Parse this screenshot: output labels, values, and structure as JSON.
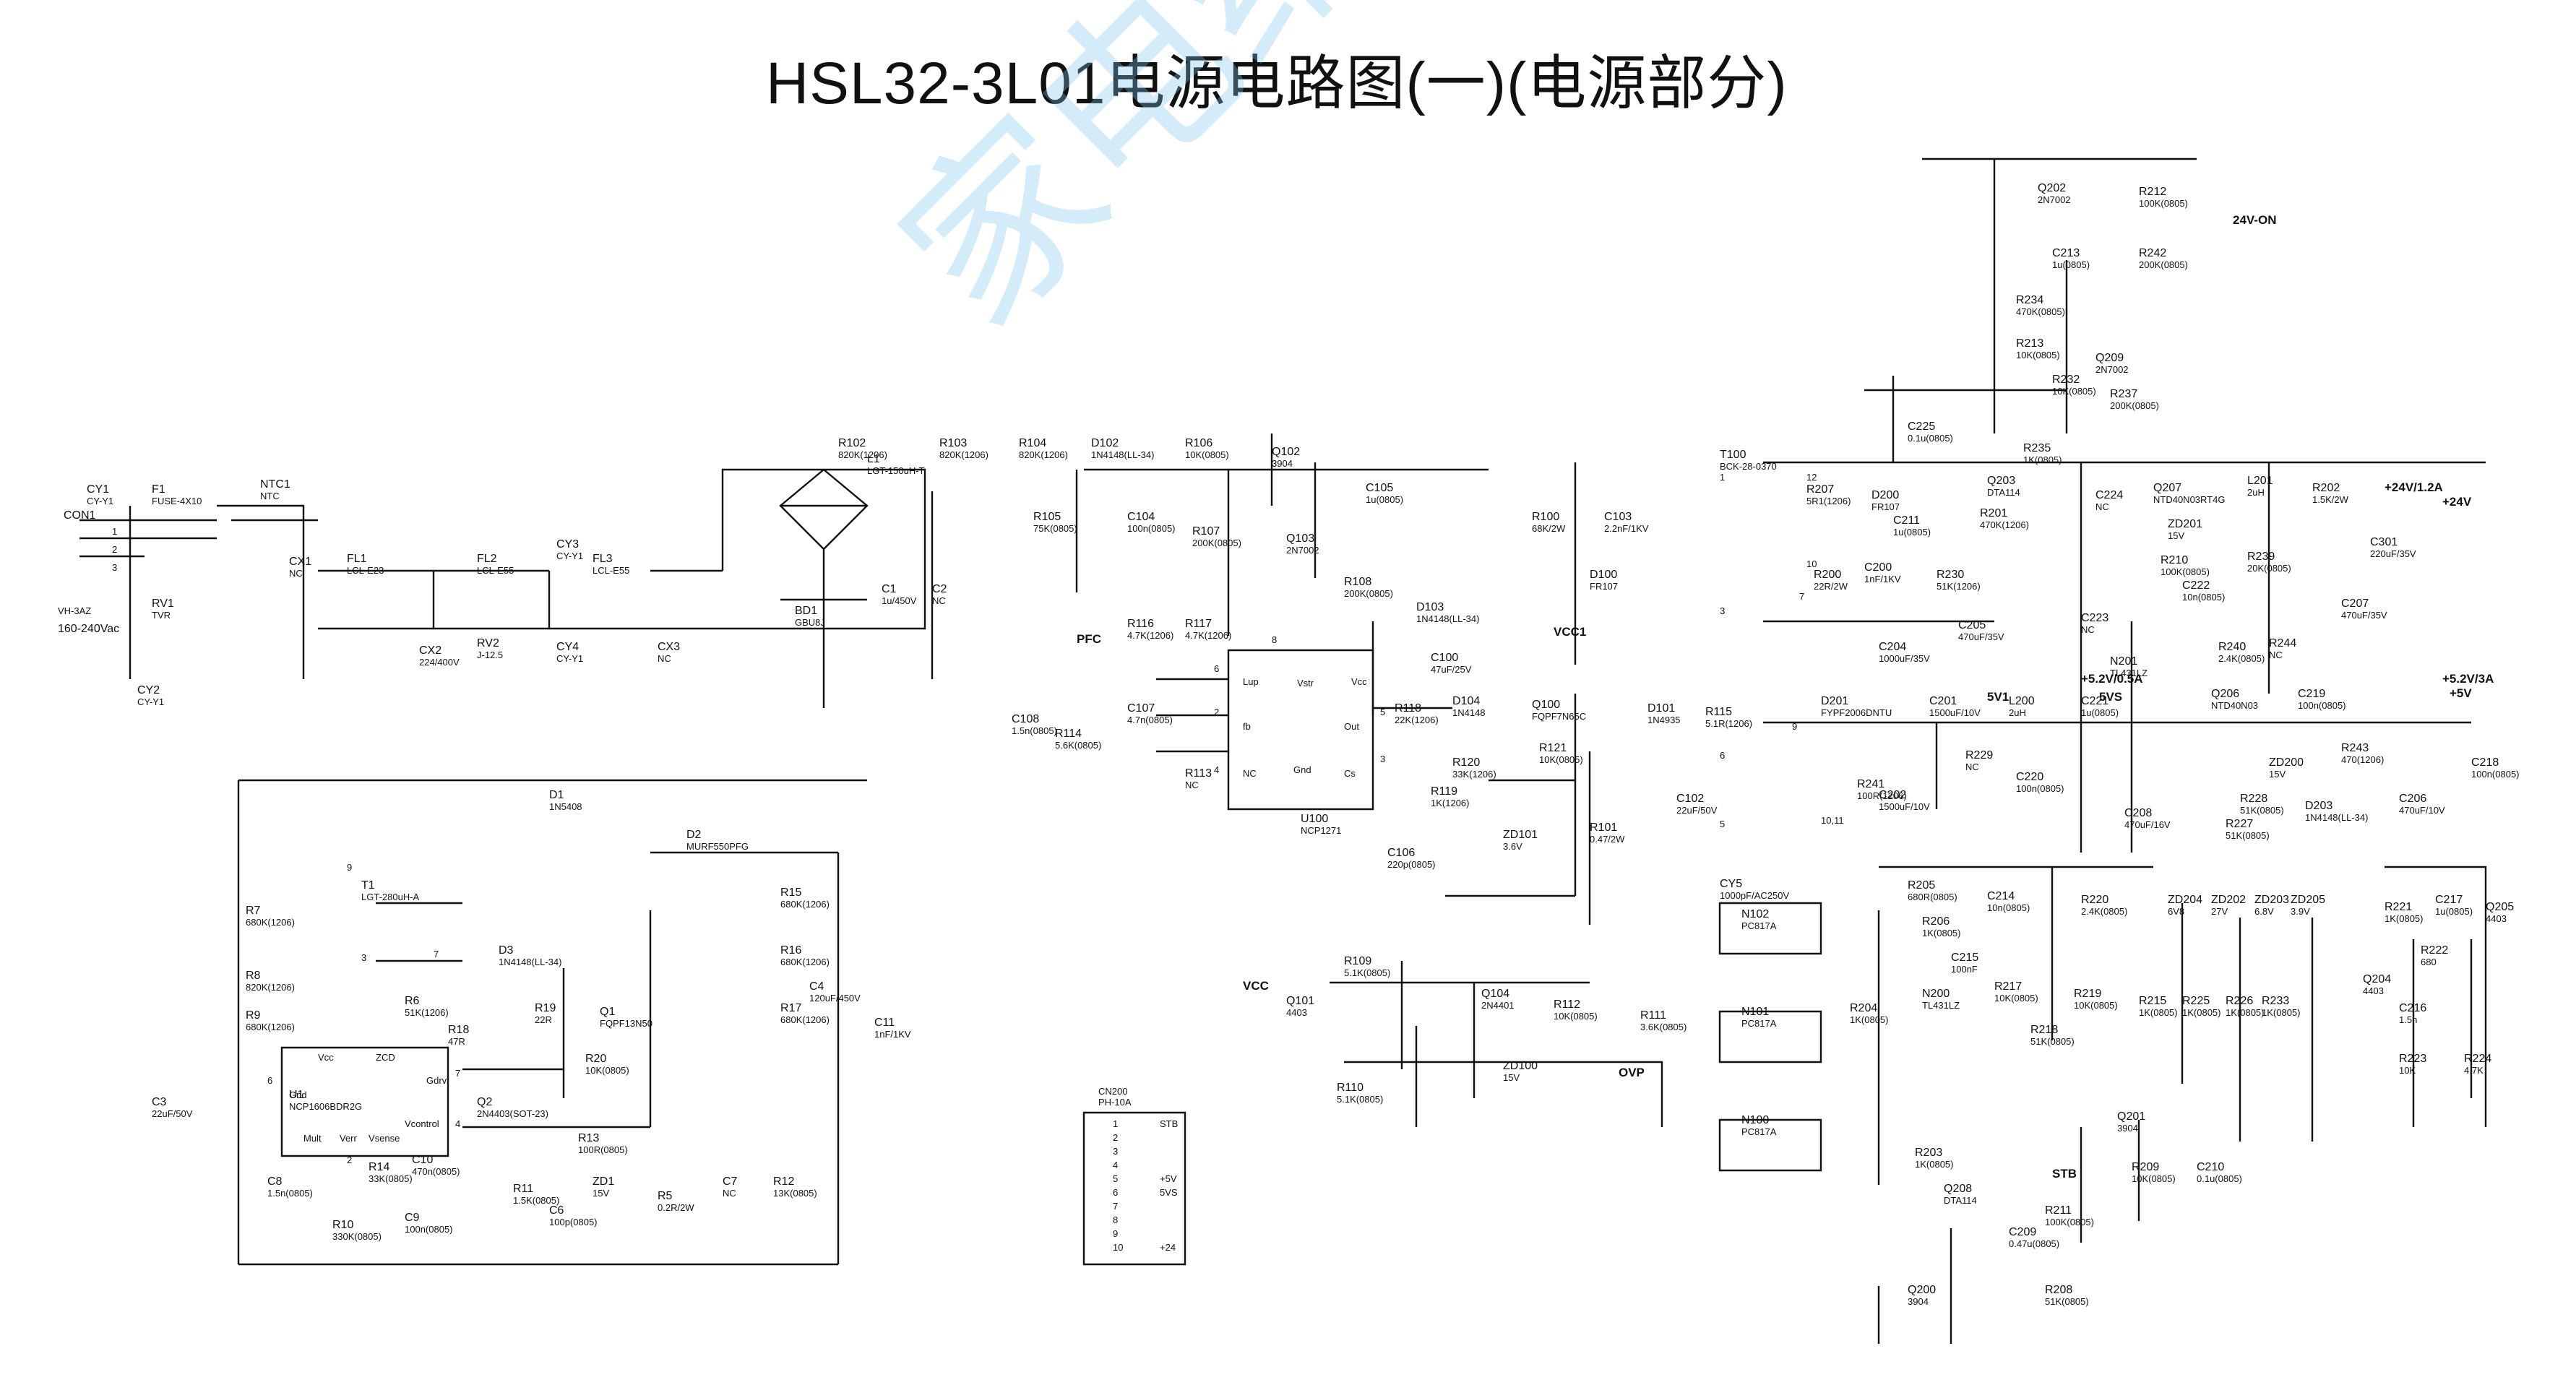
{
  "title": "HSL32-3L01电源电路图(一)(电源部分)",
  "watermark": "家电维修资料网",
  "input": {
    "connector": "CON1",
    "ac_label": "160-240Vac",
    "vac_label": "VH-3AZ",
    "pins": [
      "1",
      "2",
      "3"
    ]
  },
  "net_labels": {
    "pfc": "PFC",
    "vcc": "VCC",
    "vcc1": "VCC1",
    "ovp": "OVP",
    "stb": "STB",
    "out_24v_on": "24V-ON",
    "out_24v_1_2a": "+24V/1.2A",
    "out_24v": "+24V",
    "out_5_2v_0_5a": "+5.2V/0.5A",
    "out_5_2v_3a": "+5.2V/3A",
    "out_5v": "+5V",
    "vs5": "5VS",
    "v5_1": "5V1"
  },
  "components": [
    {
      "ref": "F1",
      "value": "FUSE-4X10"
    },
    {
      "ref": "CY1",
      "value": "CY-Y1"
    },
    {
      "ref": "CY2",
      "value": "CY-Y1"
    },
    {
      "ref": "CY3",
      "value": "CY-Y1"
    },
    {
      "ref": "CY4",
      "value": "CY-Y1"
    },
    {
      "ref": "RV1",
      "value": "TVR"
    },
    {
      "ref": "NTC1",
      "value": "NTC"
    },
    {
      "ref": "FL1",
      "value": "LCL-E23"
    },
    {
      "ref": "FL2",
      "value": "LCL-E55"
    },
    {
      "ref": "FL3",
      "value": "LCL-E55"
    },
    {
      "ref": "CX1",
      "value": "NC"
    },
    {
      "ref": "CX2",
      "value": "224/400V"
    },
    {
      "ref": "CX3",
      "value": "NC"
    },
    {
      "ref": "RV2",
      "value": "J-12.5"
    },
    {
      "ref": "BD1",
      "value": "GBU8J"
    },
    {
      "ref": "L1",
      "value": "LGT-150uH-T"
    },
    {
      "ref": "C1",
      "value": "1u/450V"
    },
    {
      "ref": "C2",
      "value": "NC"
    },
    {
      "ref": "R102",
      "value": "820K(1206)"
    },
    {
      "ref": "R103",
      "value": "820K(1206)"
    },
    {
      "ref": "R104",
      "value": "820K(1206)"
    },
    {
      "ref": "R105",
      "value": "75K(0805)"
    },
    {
      "ref": "D102",
      "value": "1N4148(LL-34)"
    },
    {
      "ref": "C104",
      "value": "100n(0805)"
    },
    {
      "ref": "R106",
      "value": "10K(0805)"
    },
    {
      "ref": "R107",
      "value": "200K(0805)"
    },
    {
      "ref": "Q102",
      "value": "3904"
    },
    {
      "ref": "Q103",
      "value": "2N7002"
    },
    {
      "ref": "C105",
      "value": "1u(0805)"
    },
    {
      "ref": "R108",
      "value": "200K(0805)"
    },
    {
      "ref": "D103",
      "value": "1N4148(LL-34)"
    },
    {
      "ref": "C100",
      "value": "47uF/25V"
    },
    {
      "ref": "R116",
      "value": "4.7K(1206)"
    },
    {
      "ref": "R117",
      "value": "4.7K(1206)"
    },
    {
      "ref": "U100",
      "value": "NCP1271"
    },
    {
      "ref": "C108",
      "value": "1.5n(0805)"
    },
    {
      "ref": "R114",
      "value": "5.6K(0805)"
    },
    {
      "ref": "C107",
      "value": "4.7n(0805)"
    },
    {
      "ref": "R113",
      "value": "NC"
    },
    {
      "ref": "R118",
      "value": "22K(1206)"
    },
    {
      "ref": "D104",
      "value": "1N4148"
    },
    {
      "ref": "Q100",
      "value": "FQPF7N65C"
    },
    {
      "ref": "R120",
      "value": "33K(1206)"
    },
    {
      "ref": "R121",
      "value": "10K(0805)"
    },
    {
      "ref": "R119",
      "value": "1K(1206)"
    },
    {
      "ref": "C106",
      "value": "220p(0805)"
    },
    {
      "ref": "ZD101",
      "value": "3.6V"
    },
    {
      "ref": "R101",
      "value": "0.47/2W"
    },
    {
      "ref": "R100",
      "value": "68K/2W"
    },
    {
      "ref": "C103",
      "value": "2.2nF/1KV"
    },
    {
      "ref": "D100",
      "value": "FR107"
    },
    {
      "ref": "T100",
      "value": "BCK-28-0370"
    },
    {
      "ref": "D101",
      "value": "1N4935"
    },
    {
      "ref": "R115",
      "value": "5.1R(1206)"
    },
    {
      "ref": "C102",
      "value": "22uF/50V"
    },
    {
      "ref": "CY5",
      "value": "1000pF/AC250V"
    },
    {
      "ref": "R207",
      "value": "5R1(1206)"
    },
    {
      "ref": "D200",
      "value": "FR107"
    },
    {
      "ref": "C211",
      "value": "1u(0805)"
    },
    {
      "ref": "R200",
      "value": "22R/2W"
    },
    {
      "ref": "C200",
      "value": "1nF/1KV"
    },
    {
      "ref": "R230",
      "value": "51K(1206)"
    },
    {
      "ref": "C204",
      "value": "1000uF/35V"
    },
    {
      "ref": "C205",
      "value": "470uF/35V"
    },
    {
      "ref": "D201",
      "value": "FYPF2006DNTU"
    },
    {
      "ref": "R241",
      "value": "100R(1206)"
    },
    {
      "ref": "C201",
      "value": "1500uF/10V"
    },
    {
      "ref": "C202",
      "value": "1500uF/10V"
    },
    {
      "ref": "L200",
      "value": "2uH"
    },
    {
      "ref": "R229",
      "value": "NC"
    },
    {
      "ref": "Q202",
      "value": "2N7002"
    },
    {
      "ref": "R212",
      "value": "100K(0805)"
    },
    {
      "ref": "C213",
      "value": "1u(0805)"
    },
    {
      "ref": "R242",
      "value": "200K(0805)"
    },
    {
      "ref": "R234",
      "value": "470K(0805)"
    },
    {
      "ref": "R213",
      "value": "10K(0805)"
    },
    {
      "ref": "Q209",
      "value": "2N7002"
    },
    {
      "ref": "R232",
      "value": "10K(0805)"
    },
    {
      "ref": "R237",
      "value": "200K(0805)"
    },
    {
      "ref": "C225",
      "value": "0.1u(0805)"
    },
    {
      "ref": "Q203",
      "value": "DTA114"
    },
    {
      "ref": "R235",
      "value": "1K(0805)"
    },
    {
      "ref": "R201",
      "value": "470K(1206)"
    },
    {
      "ref": "C224",
      "value": "NC"
    },
    {
      "ref": "Q207",
      "value": "NTD40N03RT4G"
    },
    {
      "ref": "L201",
      "value": "2uH"
    },
    {
      "ref": "R202",
      "value": "1.5K/2W"
    },
    {
      "ref": "ZD201",
      "value": "15V"
    },
    {
      "ref": "R210",
      "value": "100K(0805)"
    },
    {
      "ref": "C222",
      "value": "10n(0805)"
    },
    {
      "ref": "C301",
      "value": "220uF/35V"
    },
    {
      "ref": "C207",
      "value": "470uF/35V"
    },
    {
      "ref": "R239",
      "value": "20K(0805)"
    },
    {
      "ref": "N201",
      "value": "TL431LZ"
    },
    {
      "ref": "R240",
      "value": "2.4K(0805)"
    },
    {
      "ref": "R244",
      "value": "NC"
    },
    {
      "ref": "C223",
      "value": "NC"
    },
    {
      "ref": "C221",
      "value": "1u(0805)"
    },
    {
      "ref": "Q206",
      "value": "NTD40N03"
    },
    {
      "ref": "C219",
      "value": "100n(0805)"
    },
    {
      "ref": "ZD200",
      "value": "15V"
    },
    {
      "ref": "R243",
      "value": "470(1206)"
    },
    {
      "ref": "C218",
      "value": "100n(0805)"
    },
    {
      "ref": "R228",
      "value": "51K(0805)"
    },
    {
      "ref": "R227",
      "value": "51K(0805)"
    },
    {
      "ref": "D203",
      "value": "1N4148(LL-34)"
    },
    {
      "ref": "C206",
      "value": "470uF/10V"
    },
    {
      "ref": "C220",
      "value": "100n(0805)"
    },
    {
      "ref": "C208",
      "value": "470uF/16V"
    },
    {
      "ref": "N102",
      "value": "PC817A"
    },
    {
      "ref": "N101",
      "value": "PC817A"
    },
    {
      "ref": "N100",
      "value": "PC817A"
    },
    {
      "ref": "R205",
      "value": "680R(0805)"
    },
    {
      "ref": "R206",
      "value": "1K(0805)"
    },
    {
      "ref": "C214",
      "value": "10n(0805)"
    },
    {
      "ref": "C215",
      "value": "100nF"
    },
    {
      "ref": "R217",
      "value": "10K(0805)"
    },
    {
      "ref": "N200",
      "value": "TL431LZ"
    },
    {
      "ref": "R218",
      "value": "51K(0805)"
    },
    {
      "ref": "R219",
      "value": "10K(0805)"
    },
    {
      "ref": "R220",
      "value": "2.4K(0805)"
    },
    {
      "ref": "R204",
      "value": "1K(0805)"
    },
    {
      "ref": "R203",
      "value": "1K(0805)"
    },
    {
      "ref": "Q208",
      "value": "DTA114"
    },
    {
      "ref": "Q200",
      "value": "3904"
    },
    {
      "ref": "C209",
      "value": "0.47u(0805)"
    },
    {
      "ref": "R211",
      "value": "100K(0805)"
    },
    {
      "ref": "R208",
      "value": "51K(0805)"
    },
    {
      "ref": "Q201",
      "value": "3904"
    },
    {
      "ref": "R209",
      "value": "10K(0805)"
    },
    {
      "ref": "C210",
      "value": "0.1u(0805)"
    },
    {
      "ref": "ZD204",
      "value": "6V8"
    },
    {
      "ref": "ZD202",
      "value": "27V"
    },
    {
      "ref": "ZD203",
      "value": "6.8V"
    },
    {
      "ref": "ZD205",
      "value": "3.9V"
    },
    {
      "ref": "R215",
      "value": "1K(0805)"
    },
    {
      "ref": "R225",
      "value": "1K(0805)"
    },
    {
      "ref": "R226",
      "value": "1K(0805)"
    },
    {
      "ref": "R233",
      "value": "1K(0805)"
    },
    {
      "ref": "R221",
      "value": "1K(0805)"
    },
    {
      "ref": "C217",
      "value": "1u(0805)"
    },
    {
      "ref": "R222",
      "value": "680"
    },
    {
      "ref": "Q205",
      "value": "4403"
    },
    {
      "ref": "Q204",
      "value": "4403"
    },
    {
      "ref": "C216",
      "value": "1.5n"
    },
    {
      "ref": "R223",
      "value": "10K"
    },
    {
      "ref": "R224",
      "value": "4.7K"
    },
    {
      "ref": "Q101",
      "value": "4403"
    },
    {
      "ref": "R109",
      "value": "5.1K(0805)"
    },
    {
      "ref": "R110",
      "value": "5.1K(0805)"
    },
    {
      "ref": "Q104",
      "value": "2N4401"
    },
    {
      "ref": "R112",
      "value": "10K(0805)"
    },
    {
      "ref": "ZD100",
      "value": "15V"
    },
    {
      "ref": "R111",
      "value": "3.6K(0805)"
    },
    {
      "ref": "D1",
      "value": "1N5408"
    },
    {
      "ref": "D2",
      "value": "MURF550PFG"
    },
    {
      "ref": "T1",
      "value": "LGT-280uH-A"
    },
    {
      "ref": "R7",
      "value": "680K(1206)"
    },
    {
      "ref": "R8",
      "value": "820K(1206)"
    },
    {
      "ref": "R9",
      "value": "680K(1206)"
    },
    {
      "ref": "C3",
      "value": "22uF/50V"
    },
    {
      "ref": "U1",
      "value": "NCP1606BDR2G"
    },
    {
      "ref": "D3",
      "value": "1N4148(LL-34)"
    },
    {
      "ref": "R6",
      "value": "51K(1206)"
    },
    {
      "ref": "R18",
      "value": "47R"
    },
    {
      "ref": "R19",
      "value": "22R"
    },
    {
      "ref": "R20",
      "value": "10K(0805)"
    },
    {
      "ref": "Q1",
      "value": "FQPF13N50"
    },
    {
      "ref": "Q2",
      "value": "2N4403(SOT-23)"
    },
    {
      "ref": "R13",
      "value": "100R(0805)"
    },
    {
      "ref": "R15",
      "value": "680K(1206)"
    },
    {
      "ref": "R16",
      "value": "680K(1206)"
    },
    {
      "ref": "R17",
      "value": "680K(1206)"
    },
    {
      "ref": "C4",
      "value": "120uF/450V"
    },
    {
      "ref": "C11",
      "value": "1nF/1KV"
    },
    {
      "ref": "C8",
      "value": "1.5n(0805)"
    },
    {
      "ref": "R14",
      "value": "33K(0805)"
    },
    {
      "ref": "C10",
      "value": "470n(0805)"
    },
    {
      "ref": "C9",
      "value": "100n(0805)"
    },
    {
      "ref": "R10",
      "value": "330K(0805)"
    },
    {
      "ref": "R11",
      "value": "1.5K(0805)"
    },
    {
      "ref": "C6",
      "value": "100p(0805)"
    },
    {
      "ref": "ZD1",
      "value": "15V"
    },
    {
      "ref": "R5",
      "value": "0.2R/2W"
    },
    {
      "ref": "C7",
      "value": "NC"
    },
    {
      "ref": "R12",
      "value": "13K(0805)"
    }
  ],
  "ic_pins": {
    "u100": {
      "lup": "Lup",
      "vcc": "Vcc",
      "fb": "fb",
      "out": "Out",
      "nc": "NC",
      "gnd": "Gnd",
      "cs": "Cs",
      "vstr": "Vstr",
      "num8": "8",
      "num6": "6",
      "num2": "2",
      "num5": "5",
      "num4": "4",
      "num3": "3"
    },
    "u1": {
      "vcc": "Vcc",
      "zcd": "ZCD",
      "gnd": "Gnd",
      "gdrv": "Gdrv",
      "mult": "Mult",
      "verr": "Verr",
      "vsense": "Vsense",
      "vcontrol": "Vcontrol",
      "num6": "6",
      "num7": "7",
      "num4": "4",
      "num2": "2"
    },
    "t100": {
      "p1": "1",
      "p3": "3",
      "p6": "6",
      "p5": "5",
      "p12": "12",
      "p10": "10",
      "p7": "7",
      "p9": "9",
      "p11": "10,11"
    },
    "t1": {
      "p9": "9",
      "p7": "7",
      "p3": "3"
    }
  },
  "connector_cn200": {
    "ref": "CN200",
    "part": "PH-10A",
    "pins": [
      {
        "num": "1",
        "signal": "STB"
      },
      {
        "num": "2",
        "signal": ""
      },
      {
        "num": "3",
        "signal": ""
      },
      {
        "num": "4",
        "signal": ""
      },
      {
        "num": "5",
        "signal": "+5V"
      },
      {
        "num": "6",
        "signal": "5VS"
      },
      {
        "num": "7",
        "signal": ""
      },
      {
        "num": "8",
        "signal": ""
      },
      {
        "num": "9",
        "signal": ""
      },
      {
        "num": "10",
        "signal": "+24"
      }
    ]
  }
}
